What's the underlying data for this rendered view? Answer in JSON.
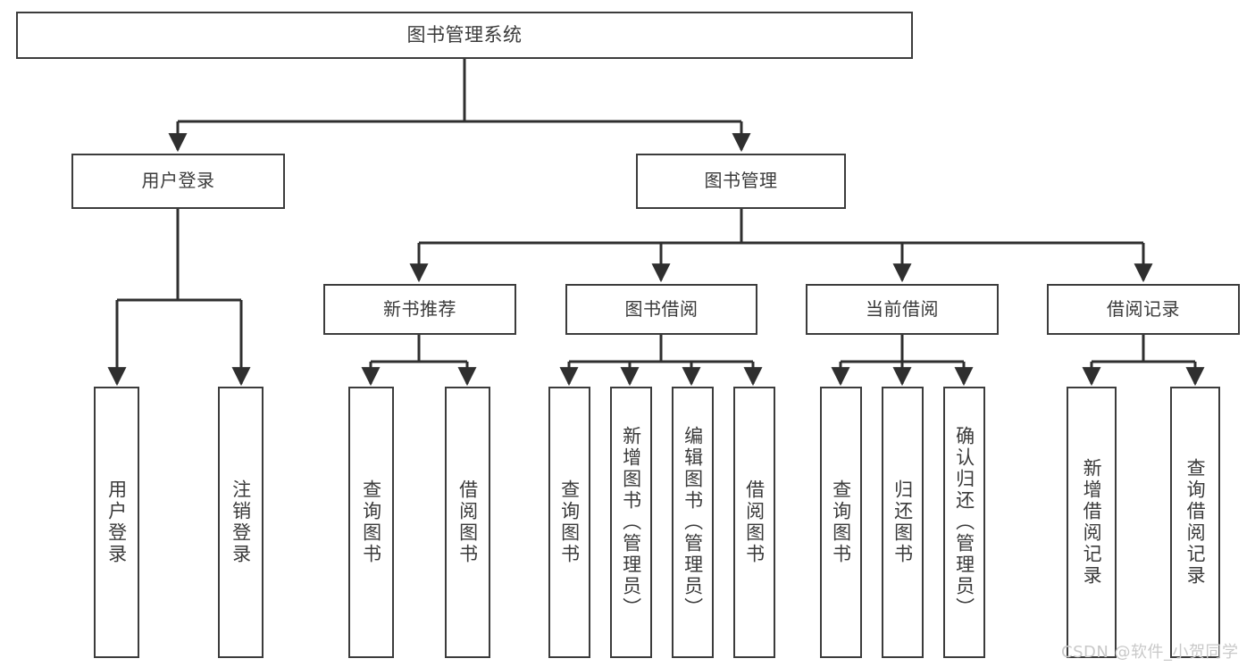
{
  "diagram": {
    "kind": "functional-structure-tree",
    "title": "图书管理系统",
    "watermark": "CSDN @软件_小贺同学",
    "colors": {
      "box_border": "#3c3c3c",
      "box_fill": "#ffffff",
      "text": "#3a3a3a",
      "edge": "#2f2f2f",
      "watermark": "#c9c9c9",
      "background": "#ffffff"
    },
    "nodes": {
      "root": {
        "label": "图书管理系统"
      },
      "level2": [
        {
          "label": "用户登录"
        },
        {
          "label": "图书管理"
        }
      ],
      "level3": [
        {
          "label": "新书推荐"
        },
        {
          "label": "图书借阅"
        },
        {
          "label": "当前借阅"
        },
        {
          "label": "借阅记录"
        }
      ],
      "leaves": {
        "user_login": [
          {
            "label": "用户登录"
          },
          {
            "label": "注销登录"
          }
        ],
        "new_book_recommend": [
          {
            "label": "查询图书"
          },
          {
            "label": "借阅图书"
          }
        ],
        "book_borrow": [
          {
            "label": "查询图书"
          },
          {
            "label": "新增图书（管理员）"
          },
          {
            "label": "编辑图书（管理员）"
          },
          {
            "label": "借阅图书"
          }
        ],
        "current_borrow": [
          {
            "label": "查询图书"
          },
          {
            "label": "归还图书"
          },
          {
            "label": "确认归还（管理员）"
          }
        ],
        "borrow_record": [
          {
            "label": "新增借阅记录"
          },
          {
            "label": "查询借阅记录"
          }
        ]
      }
    }
  }
}
